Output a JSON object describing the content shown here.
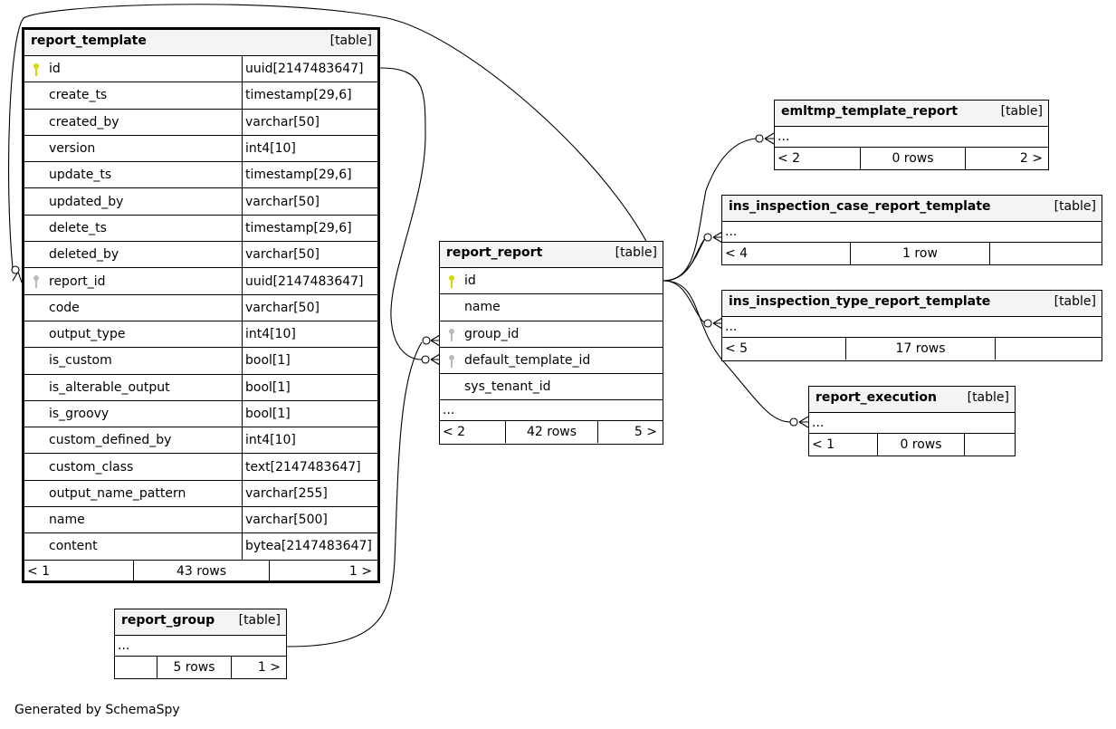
{
  "tables": {
    "report_template": {
      "name": "report_template",
      "type": "[table]",
      "columns": [
        {
          "name": "id",
          "type": "uuid[2147483647]",
          "key": "primary"
        },
        {
          "name": "create_ts",
          "type": "timestamp[29,6]",
          "key": ""
        },
        {
          "name": "created_by",
          "type": "varchar[50]",
          "key": ""
        },
        {
          "name": "version",
          "type": "int4[10]",
          "key": ""
        },
        {
          "name": "update_ts",
          "type": "timestamp[29,6]",
          "key": ""
        },
        {
          "name": "updated_by",
          "type": "varchar[50]",
          "key": ""
        },
        {
          "name": "delete_ts",
          "type": "timestamp[29,6]",
          "key": ""
        },
        {
          "name": "deleted_by",
          "type": "varchar[50]",
          "key": ""
        },
        {
          "name": "report_id",
          "type": "uuid[2147483647]",
          "key": "foreign"
        },
        {
          "name": "code",
          "type": "varchar[50]",
          "key": ""
        },
        {
          "name": "output_type",
          "type": "int4[10]",
          "key": ""
        },
        {
          "name": "is_custom",
          "type": "bool[1]",
          "key": ""
        },
        {
          "name": "is_alterable_output",
          "type": "bool[1]",
          "key": ""
        },
        {
          "name": "is_groovy",
          "type": "bool[1]",
          "key": ""
        },
        {
          "name": "custom_defined_by",
          "type": "int4[10]",
          "key": ""
        },
        {
          "name": "custom_class",
          "type": "text[2147483647]",
          "key": ""
        },
        {
          "name": "output_name_pattern",
          "type": "varchar[255]",
          "key": ""
        },
        {
          "name": "name",
          "type": "varchar[500]",
          "key": ""
        },
        {
          "name": "content",
          "type": "bytea[2147483647]",
          "key": ""
        }
      ],
      "footer": {
        "parents": "< 1",
        "rows": "43 rows",
        "children": "1 >"
      }
    },
    "report_report": {
      "name": "report_report",
      "type": "[table]",
      "columns": [
        {
          "name": "id",
          "key": "primary"
        },
        {
          "name": "name",
          "key": ""
        },
        {
          "name": "group_id",
          "key": "foreign"
        },
        {
          "name": "default_template_id",
          "key": "foreign"
        },
        {
          "name": "sys_tenant_id",
          "key": ""
        }
      ],
      "more": "...",
      "footer": {
        "parents": "< 2",
        "rows": "42 rows",
        "children": "5 >"
      }
    },
    "emltmp_template_report": {
      "name": "emltmp_template_report",
      "type": "[table]",
      "more": "...",
      "footer": {
        "parents": "< 2",
        "rows": "0 rows",
        "children": "2 >"
      }
    },
    "ins_inspection_case_report_template": {
      "name": "ins_inspection_case_report_template",
      "type": "[table]",
      "more": "...",
      "footer": {
        "parents": "< 4",
        "rows": "1 row",
        "children": ""
      }
    },
    "ins_inspection_type_report_template": {
      "name": "ins_inspection_type_report_template",
      "type": "[table]",
      "more": "...",
      "footer": {
        "parents": "< 5",
        "rows": "17 rows",
        "children": ""
      }
    },
    "report_execution": {
      "name": "report_execution",
      "type": "[table]",
      "more": "...",
      "footer": {
        "parents": "< 1",
        "rows": "0 rows",
        "children": ""
      }
    },
    "report_group": {
      "name": "report_group",
      "type": "[table]",
      "more": "...",
      "footer": {
        "parents": "",
        "rows": "5 rows",
        "children": "1 >"
      }
    }
  },
  "colors": {
    "primary_key": "#d8d800",
    "foreign_key": "#bbbbbb",
    "header_bg": "#f4f4f4"
  },
  "footer_text": "Generated by SchemaSpy"
}
